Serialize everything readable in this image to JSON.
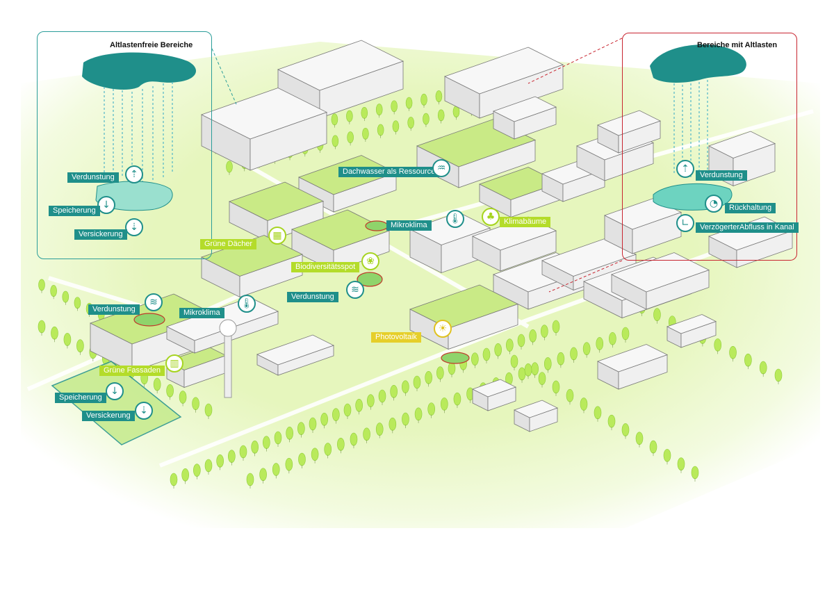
{
  "panels": {
    "left": {
      "title": "Altlastenfreie Bereiche",
      "border_color": "#2a9d99"
    },
    "right": {
      "title": "Bereiche mit Altlasten",
      "border_color": "#c8242f"
    }
  },
  "labels": {
    "verdunstung_panel_left": "Verdunstung",
    "speicherung_panel_left": "Speicherung",
    "versickerung_panel_left": "Versickerung",
    "verdunstung_panel_right": "Verdunstung",
    "rueckhaltung": "Rückhaltung",
    "verzoegerter_abfluss": "VerzögerterAbfluss in Kanal",
    "dachwasser": "Dachwasser als Ressource",
    "mikroklima_1": "Mikroklima",
    "klimabaeume": "Klimabäume",
    "gruene_daecher": "Grüne Dächer",
    "biodiversitaetsspot": "Biodiversitätsspot",
    "verdunstung_1": "Verdunstung",
    "mikroklima_2": "Mikroklima",
    "verdunstung_2": "Verdunstung",
    "photovoltaik": "Photovoltaik",
    "gruene_fassaden": "Grüne Fassaden",
    "speicherung_ground": "Speicherung",
    "versickerung_ground": "Versickerung"
  },
  "icons": {
    "evaporation": "evaporation-icon",
    "storage": "storage-arrow-icon",
    "infiltration": "infiltration-icon",
    "retention": "retention-icon",
    "delayed_outflow": "delayed-outflow-icon",
    "roof_water": "roof-water-icon",
    "microclimate": "thermometer-icon",
    "climate_trees": "tree-icon",
    "green_roofs": "green-roof-icon",
    "biodiversity": "biodiversity-icon",
    "photovoltaic": "solar-panel-icon",
    "green_facades": "green-facade-icon"
  },
  "colors": {
    "teal": "#1f8f8a",
    "teal_dark": "#2a9d99",
    "lime": "#b4dc2a",
    "yellow": "#e6cf2a",
    "red_frame": "#c8242f",
    "grass": "#e4f5b8",
    "tree": "#b8ea5a"
  }
}
